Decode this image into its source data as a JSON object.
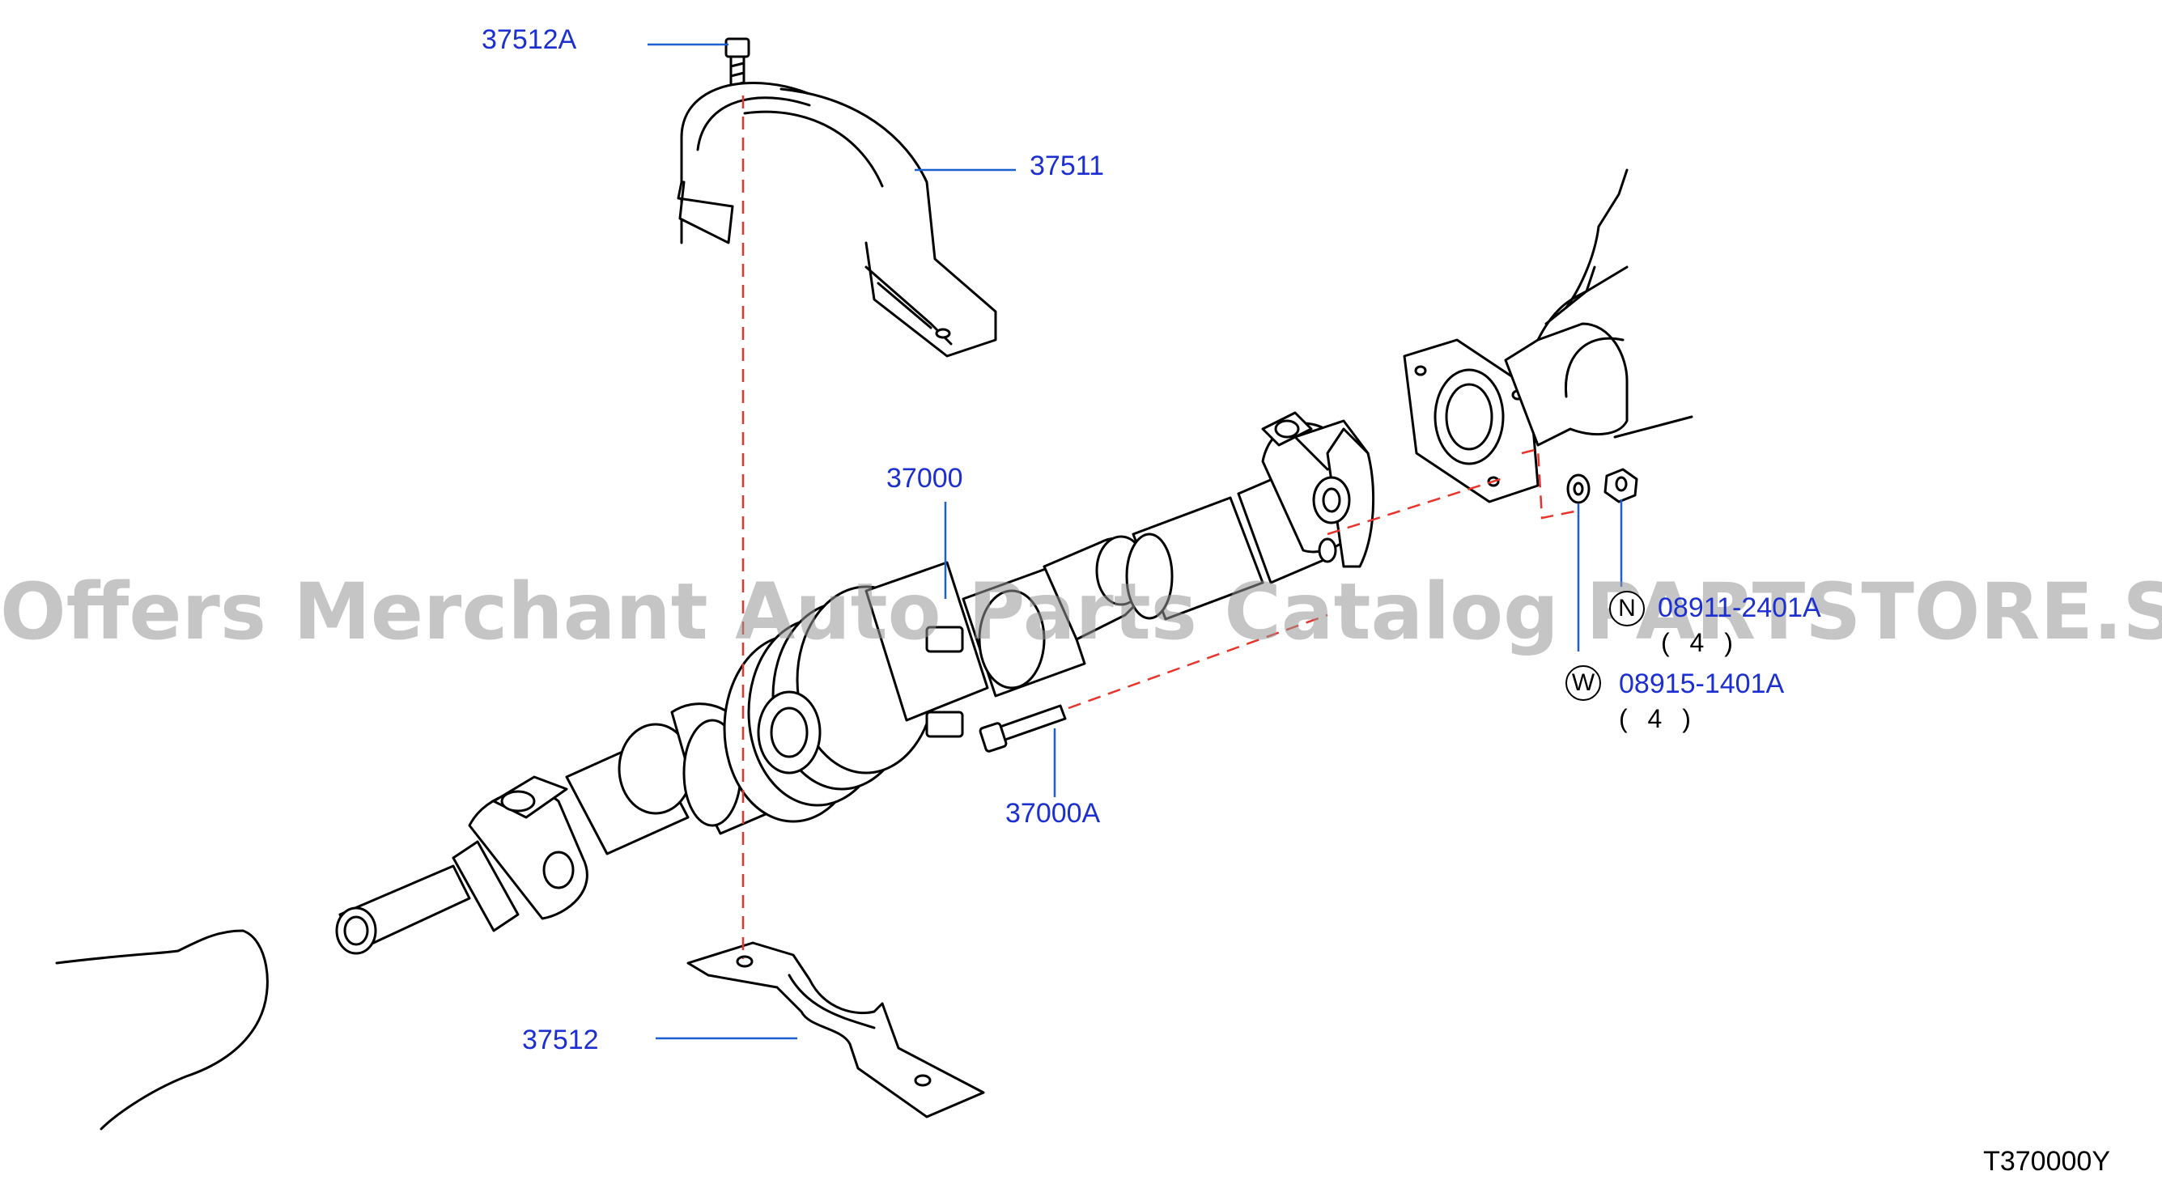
{
  "parts": {
    "p37512A": "37512A",
    "p37511": "37511",
    "p37000": "37000",
    "p37000A": "37000A",
    "p37512": "37512",
    "nut": "08911-2401A",
    "washer": "08915-1401A",
    "nut_qty": "( 4 )",
    "washer_qty": "( 4 )"
  },
  "symbols": {
    "nut": "N",
    "washer": "W"
  },
  "diagram_code": "T370000Y",
  "watermark": "Offers Merchant Auto Parts Catalog PARTSTORE.SA",
  "colors": {
    "label": "#1c2fd0",
    "leader": "#1c5fd0",
    "dash": "#e8342b",
    "line": "#000000"
  }
}
